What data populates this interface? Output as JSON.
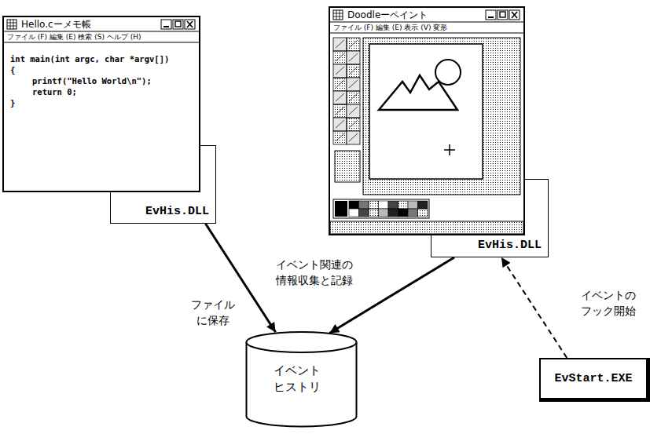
{
  "diagram": {
    "nodes": [
      {
        "text": [
          "Hello.cーメモ帳",
          "ファイル (F) 編集 (E) 検索 (S) ヘルプ (H)",
          "int main(int argc, char *argv[])",
          "{",
          "printf(\"Hello World\\n\");",
          "return 0;",
          "}"
        ]
      },
      {
        "text": [
          "EvHis.DLL"
        ]
      },
      {
        "text": [
          "Doodleーペイント",
          "ファイル (F) 編集 (E) 表示 (V) 変形"
        ]
      },
      {
        "text": [
          "EvHis.DLL"
        ]
      },
      {
        "text": [
          "イベント ヒストリ"
        ]
      },
      {
        "text": [
          "EvStart.EXE"
        ]
      }
    ],
    "edges": [
      {
        "from": 1,
        "to": 4,
        "arrow": "to"
      },
      {
        "from": 3,
        "to": 4,
        "arrow": "to"
      },
      {
        "from": 5,
        "to": 3,
        "arrow": "to"
      }
    ],
    "labels": [
      "イベント関連の 情報収集と記録",
      "ファイル に保存",
      "イベントの フック開始"
    ]
  }
}
